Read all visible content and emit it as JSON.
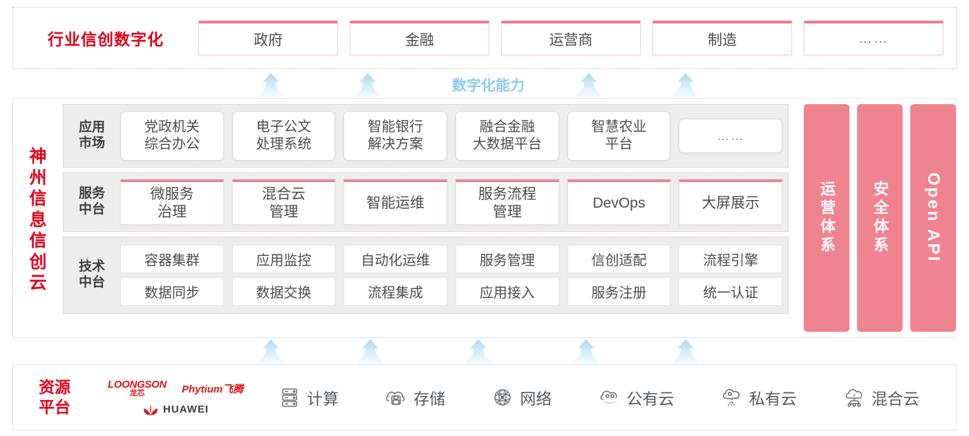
{
  "industry": {
    "title": "行业信创数字化",
    "cards": [
      {
        "label": "政府"
      },
      {
        "label": "金融"
      },
      {
        "label": "运营商"
      },
      {
        "label": "制造"
      },
      {
        "label": "……"
      }
    ]
  },
  "capability_label": "数字化能力",
  "cloud": {
    "title_chars": [
      "神",
      "州",
      "信",
      "息",
      "信",
      "创",
      "云"
    ],
    "layers": [
      {
        "label_lines": [
          "应用",
          "市场"
        ],
        "cells": [
          {
            "lines": [
              "党政机关",
              "综合办公"
            ]
          },
          {
            "lines": [
              "电子公文",
              "处理系统"
            ]
          },
          {
            "lines": [
              "智能银行",
              "解决方案"
            ]
          },
          {
            "lines": [
              "融合金融",
              "大数据平台"
            ]
          },
          {
            "lines": [
              "智慧农业",
              "平台"
            ]
          },
          {
            "lines": [
              "……"
            ]
          }
        ]
      },
      {
        "label_lines": [
          "服务",
          "中台"
        ],
        "cells": [
          {
            "lines": [
              "微服务",
              "治理"
            ]
          },
          {
            "lines": [
              "混合云",
              "管理"
            ]
          },
          {
            "lines": [
              "智能运维"
            ]
          },
          {
            "lines": [
              "服务流程",
              "管理"
            ]
          },
          {
            "lines": [
              "DevOps"
            ]
          },
          {
            "lines": [
              "大屏展示"
            ]
          }
        ]
      },
      {
        "label_lines": [
          "技术",
          "中台"
        ],
        "rows": [
          [
            "容器集群",
            "应用监控",
            "自动化运维",
            "服务管理",
            "信创适配",
            "流程引擎"
          ],
          [
            "数据同步",
            "数据交换",
            "流程集成",
            "应用接入",
            "服务注册",
            "统一认证"
          ]
        ]
      }
    ],
    "pillars": [
      {
        "text": "运营体系",
        "type": "cn"
      },
      {
        "text": "安全体系",
        "type": "cn"
      },
      {
        "text": "Open API",
        "type": "en"
      }
    ]
  },
  "resource": {
    "title_lines": [
      "资源",
      "平台"
    ],
    "logos": {
      "loongson_en": "LOONGSON",
      "loongson_cn": "龙芯",
      "phytium": "Phytium飞腾",
      "huawei": "HUAWEI"
    },
    "items": [
      {
        "icon": "server-icon",
        "label": "计算"
      },
      {
        "icon": "cloud-storage-icon",
        "label": "存储"
      },
      {
        "icon": "network-icon",
        "label": "网络"
      },
      {
        "icon": "public-cloud-icon",
        "label": "公有云"
      },
      {
        "icon": "private-cloud-icon",
        "label": "私有云"
      },
      {
        "icon": "hybrid-cloud-icon",
        "label": "混合云"
      }
    ]
  },
  "colors": {
    "brand_red": "#e3001b",
    "pink_accent": "#ef8390",
    "arrow_blue": "#8ecbee",
    "band_gray": "#ededed"
  }
}
